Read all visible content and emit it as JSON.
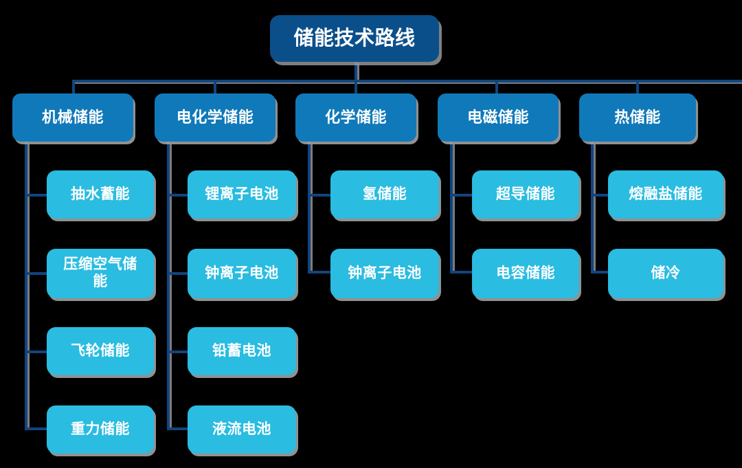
{
  "diagram": {
    "title": "储能技术路线",
    "type": "organization-tree",
    "colors": {
      "background": "#000000",
      "root_fill": "#0b4f8a",
      "level2_fill": "#1079b9",
      "leaf_fill": "#2abce1",
      "connector": "#10457f",
      "text": "#ffffff",
      "shadow": "#a8a8a8"
    },
    "root": {
      "label": "储能技术路线"
    },
    "branches": [
      {
        "label": "机械储能",
        "children": [
          {
            "label": "抽水蓄能"
          },
          {
            "label": "压缩空气储能"
          },
          {
            "label": "飞轮储能"
          },
          {
            "label": "重力储能"
          }
        ]
      },
      {
        "label": "电化学储能",
        "children": [
          {
            "label": "锂离子电池"
          },
          {
            "label": "钟离子电池"
          },
          {
            "label": "铅蓄电池"
          },
          {
            "label": "液流电池"
          }
        ]
      },
      {
        "label": "化学储能",
        "children": [
          {
            "label": "氢储能"
          },
          {
            "label": "钟离子电池"
          }
        ]
      },
      {
        "label": "电磁储能",
        "children": [
          {
            "label": "超导储能"
          },
          {
            "label": "电容储能"
          }
        ]
      },
      {
        "label": "热储能",
        "children": [
          {
            "label": "熔融盐储能"
          },
          {
            "label": "储冷"
          }
        ]
      }
    ]
  }
}
